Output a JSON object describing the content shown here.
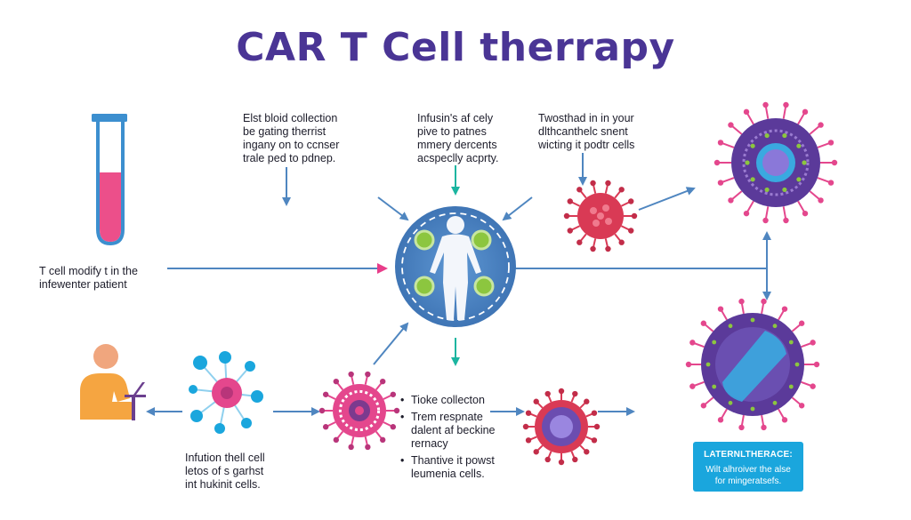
{
  "title": "CAR T Cell therrapy",
  "notes": {
    "blood": [
      "Elst bloid collection",
      "be gating therrist",
      "ingany on to ccnser",
      "trale ped to pdnep."
    ],
    "infusion": [
      "Infusin's af cely",
      "pive to patnes",
      "mmery dercents",
      "acspeclly acprty."
    ],
    "twosthad": [
      "Twosthad in in your",
      "dlthcanthelc snent",
      "wicting it podtr cells"
    ],
    "modify": [
      "T cell modify t in the",
      "infewenter patient"
    ],
    "infusion_cells": [
      "Infution thell cell",
      "letos of s garhst",
      "int hukinit cells."
    ],
    "bullets": [
      {
        "bullet": "•",
        "lines": [
          "Tioke collecton"
        ]
      },
      {
        "bullet": "•",
        "lines": [
          "Trem respnate",
          "dalent af beckine",
          "rernacy"
        ]
      },
      {
        "bullet": "•",
        "lines": [
          "Thantive it powst",
          "leumenia cells."
        ]
      }
    ]
  },
  "callout": {
    "heading": "LATERNLTHERACE:",
    "lines": [
      "Wilt alhroiver the alse",
      "for mingeratsefs."
    ]
  },
  "colors": {
    "title": "#4a3595",
    "arrow": "#4f86c0",
    "teal_arrow": "#1bb5a0",
    "pink_arrow": "#e83d8a",
    "callout": "#1aa6dd",
    "virus_red": "#d93a55",
    "virus_purple": "#5b3a9a",
    "virus_pink": "#e4478d",
    "hub_blue": "#4d86c6",
    "hub_green": "#8cc63f",
    "tube_fill": "#ec4f8a",
    "person_skin": "#f0a67e",
    "person_body": "#f5a541"
  },
  "icons": [
    "test-tube-icon",
    "human-body-icon",
    "virus-icon",
    "car-t-cell-icon",
    "patient-laptop-icon"
  ]
}
